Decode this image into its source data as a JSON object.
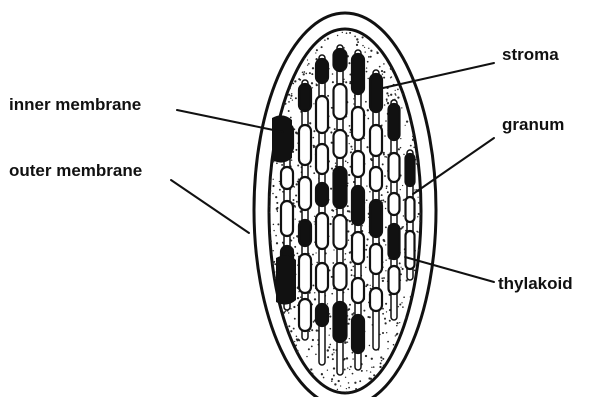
{
  "labels": {
    "stroma": "stroma",
    "inner_membrane": "inner membrane",
    "granum": "granum",
    "outer_membrane": "outer membrane",
    "thylakoid": "thylakoid"
  },
  "colors": {
    "ink": "#111111",
    "background": "#ffffff",
    "stipple": "#2a2a2a"
  }
}
